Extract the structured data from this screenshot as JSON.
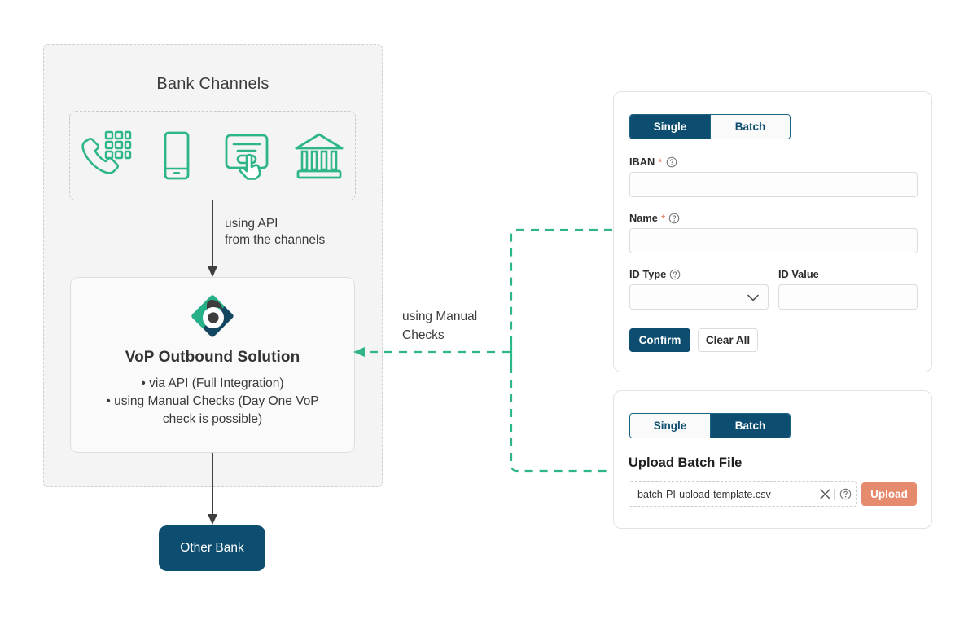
{
  "diagram": {
    "group_title": "Bank Channels",
    "channels": [
      {
        "icon": "phone-keypad-icon",
        "label": "Phone / Call Center"
      },
      {
        "icon": "mobile-phone-icon",
        "label": "Mobile Banking"
      },
      {
        "icon": "online-banking-click-icon",
        "label": "Online Banking"
      },
      {
        "icon": "bank-branch-icon",
        "label": "Branch"
      }
    ],
    "api_arrow_label": "using API\nfrom the channels",
    "api_arrow_label_line1": "using API",
    "api_arrow_label_line2": "from the channels",
    "vop_card": {
      "logo": "vop-diamond-b-logo",
      "title": "VoP Outbound Solution",
      "bullets": [
        "• via API (Full Integration)",
        "• using Manual Checks (Day One VoP",
        "check is possible)"
      ]
    },
    "manual_label_line1": "using Manual",
    "manual_label_line2": "Checks",
    "other_bank_label": "Other Bank"
  },
  "single_panel": {
    "toggle": {
      "single_label": "Single",
      "batch_label": "Batch",
      "selected": "Single"
    },
    "fields": {
      "iban": {
        "label": "IBAN",
        "required": true,
        "help": "help-icon",
        "value": "",
        "placeholder": ""
      },
      "name": {
        "label": "Name",
        "required": true,
        "help": "help-icon",
        "value": "",
        "placeholder": ""
      },
      "id_type": {
        "label": "ID Type",
        "required": false,
        "help": "help-icon",
        "value": "",
        "chevron": "chevron-down-icon"
      },
      "id_value": {
        "label": "ID Value",
        "required": false,
        "value": "",
        "placeholder": ""
      }
    },
    "confirm_label": "Confirm",
    "clear_label": "Clear All"
  },
  "batch_panel": {
    "toggle": {
      "single_label": "Single",
      "batch_label": "Batch",
      "selected": "Batch"
    },
    "upload_title": "Upload Batch File",
    "file_name": "batch-PI-upload-template.csv",
    "clear_icon": "close-x-icon",
    "help_icon": "help-icon",
    "upload_label": "Upload"
  },
  "colors": {
    "navy": "#0d4e70",
    "teal": "#2eb589",
    "coral": "#e68a6d",
    "panel_bg": "#f4f4f4",
    "text": "#3b3b3b"
  }
}
